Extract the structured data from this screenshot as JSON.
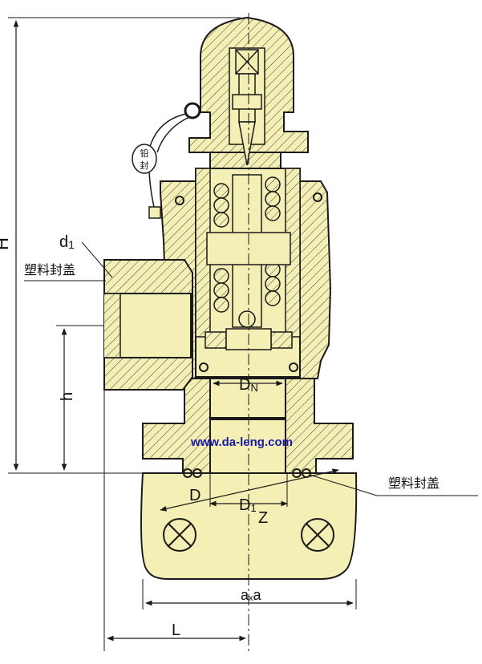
{
  "colors": {
    "body_fill": "#f4efb4",
    "line": "#1a1a1a",
    "background": "#ffffff",
    "url": "#1a1aa8"
  },
  "labels": {
    "H": "H",
    "d1_main": "d",
    "d1_sub": "1",
    "plastic_cap_left": "塑料封盖",
    "h": "h",
    "dn_main": "D",
    "dn_sub": "N",
    "url": "www.da-leng.com",
    "D": "D",
    "d1b_main": "D",
    "d1b_sub": "1",
    "Z": "Z",
    "plastic_cap_right": "塑料封盖",
    "axa_a1": "a",
    "axa_x": "x",
    "axa_a2": "a",
    "L": "L",
    "seal_top": "铅",
    "seal_bottom": "封"
  }
}
